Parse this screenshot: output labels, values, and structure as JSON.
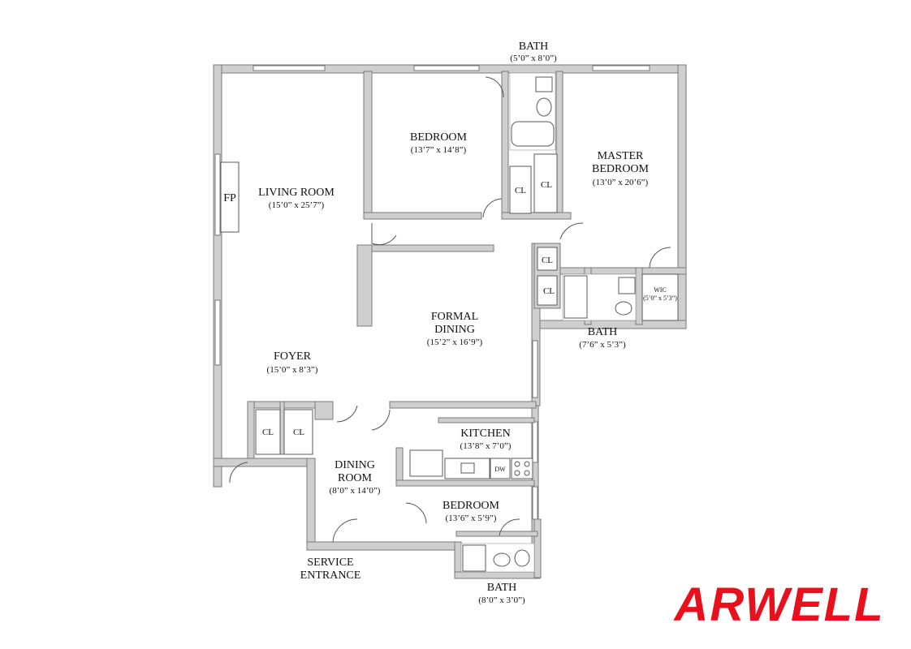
{
  "rooms": {
    "living": {
      "name": "LIVING ROOM",
      "dim": "(15’0” x 25’7”)"
    },
    "bedroom1": {
      "name": "BEDROOM",
      "dim": "(13’7” x 14’8”)"
    },
    "master": {
      "name1": "MASTER",
      "name2": "BEDROOM",
      "dim": "(13’0” x 20’6”)"
    },
    "formal": {
      "name1": "FORMAL",
      "name2": "DINING",
      "dim": "(15’2” x 16’9”)"
    },
    "foyer": {
      "name": "FOYER",
      "dim": "(15’0” x 8’3”)"
    },
    "kitchen": {
      "name": "KITCHEN",
      "dim": "(13’8” x 7’0”)"
    },
    "dining": {
      "name1": "DINING",
      "name2": "ROOM",
      "dim": "(8’0” x 14’0”)"
    },
    "bedroom2": {
      "name": "BEDROOM",
      "dim": "(13’6” x 5’9”)"
    },
    "bath_top": {
      "name": "BATH",
      "dim": "(5’0” x 8’0”)"
    },
    "bath_master": {
      "name": "BATH",
      "dim": "(7’6” x 5’3”)"
    },
    "bath_bottom": {
      "name": "BATH",
      "dim": "(8’0” x 3’0”)"
    },
    "wic": {
      "name": "WIC",
      "dim": "(5’0” x 5’3”)"
    },
    "service": {
      "name1": "SERVICE",
      "name2": "ENTRANCE"
    }
  },
  "labels": {
    "fp": "FP",
    "cl": "CL",
    "dw": "DW"
  },
  "brand": {
    "text": "ARWELL",
    "color": "#e8101c"
  },
  "icons": [
    "toilet-icon",
    "sink-icon",
    "bathtub-icon",
    "shower-icon",
    "stove-icon",
    "kitchen-sink-icon",
    "door-swing-icon"
  ]
}
